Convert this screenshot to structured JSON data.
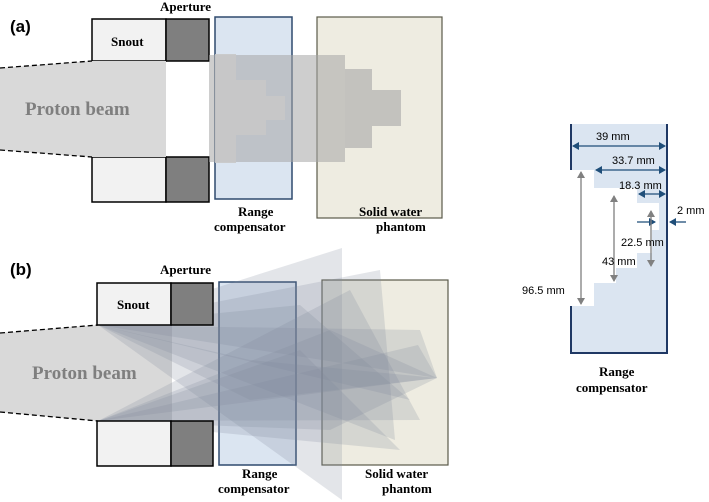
{
  "panel_a": {
    "tag": "(a)",
    "aperture": "Aperture",
    "snout": "Snout",
    "beam": "Proton beam",
    "range_comp_line1": "Range",
    "range_comp_line2": "compensator",
    "phantom_line1": "Solid water",
    "phantom_line2": "phantom"
  },
  "panel_b": {
    "tag": "(b)",
    "aperture": "Aperture",
    "snout": "Snout",
    "beam": "Proton beam",
    "range_comp_line1": "Range",
    "range_comp_line2": "compensator",
    "phantom_line1": "Solid water",
    "phantom_line2": "phantom"
  },
  "detail": {
    "dim_width": "39 mm",
    "dim_step1": "33.7 mm",
    "dim_step2": "18.3 mm",
    "dim_step3": "2 mm",
    "dim_h1": "22.5 mm",
    "dim_h2": "43 mm",
    "dim_h3": "96.5 mm",
    "label_line1": "Range",
    "label_line2": "compensator"
  },
  "colors": {
    "beam_gray": "#d6d6d6",
    "comp_blue": "#dbe5f1",
    "comp_border": "#2f4a6e",
    "phantom_fill": "#eeece1",
    "aperture_dark": "#7f7f7f",
    "snout_light": "#f2f2f2",
    "arrow_blue": "#1f4e79",
    "dim_gray": "#808080"
  }
}
